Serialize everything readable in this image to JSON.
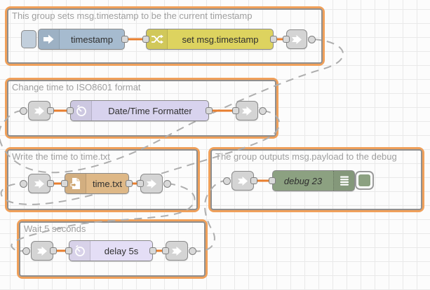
{
  "app": "Node-RED flow editor canvas",
  "colors": {
    "canvas-bg": "#fcfcfc",
    "grid-line": "#e9e9e9",
    "group-border": "#8f8f8f",
    "group-focus": "#f0a05a",
    "group-label": "#9f9f9f",
    "node-border": "#8a8a8a",
    "node-label": "#2f2f2f",
    "wire": "#e87e2e",
    "link-wire": "#aeaeae",
    "port-fill": "#d9d9d9",
    "port-border": "#7f7f7f",
    "inject-fill": "#a6bbcf",
    "change-fill": "#ddd35f",
    "formatter-fill": "#d8d3ee",
    "file-fill": "#deb887",
    "debug-fill": "#8ca181",
    "delay-fill": "#e4def6",
    "link-fill": "#d4d4d4"
  },
  "groups": {
    "timestamp": {
      "title": "This group sets msg.timestamp to be the current timestamp",
      "inject_label": "timestamp",
      "change_label": "set msg.timestamp"
    },
    "iso": {
      "title": "Change time to ISO8601 format",
      "node_label": "Date/Time Formatter"
    },
    "file": {
      "title": "Write the time to time.txt",
      "node_label": "time.txt"
    },
    "debug": {
      "title": "The group outputs msg.payload to the debug",
      "node_label": "debug 23"
    },
    "wait": {
      "title": "Wait 5 seconds",
      "node_label": "delay 5s"
    }
  }
}
